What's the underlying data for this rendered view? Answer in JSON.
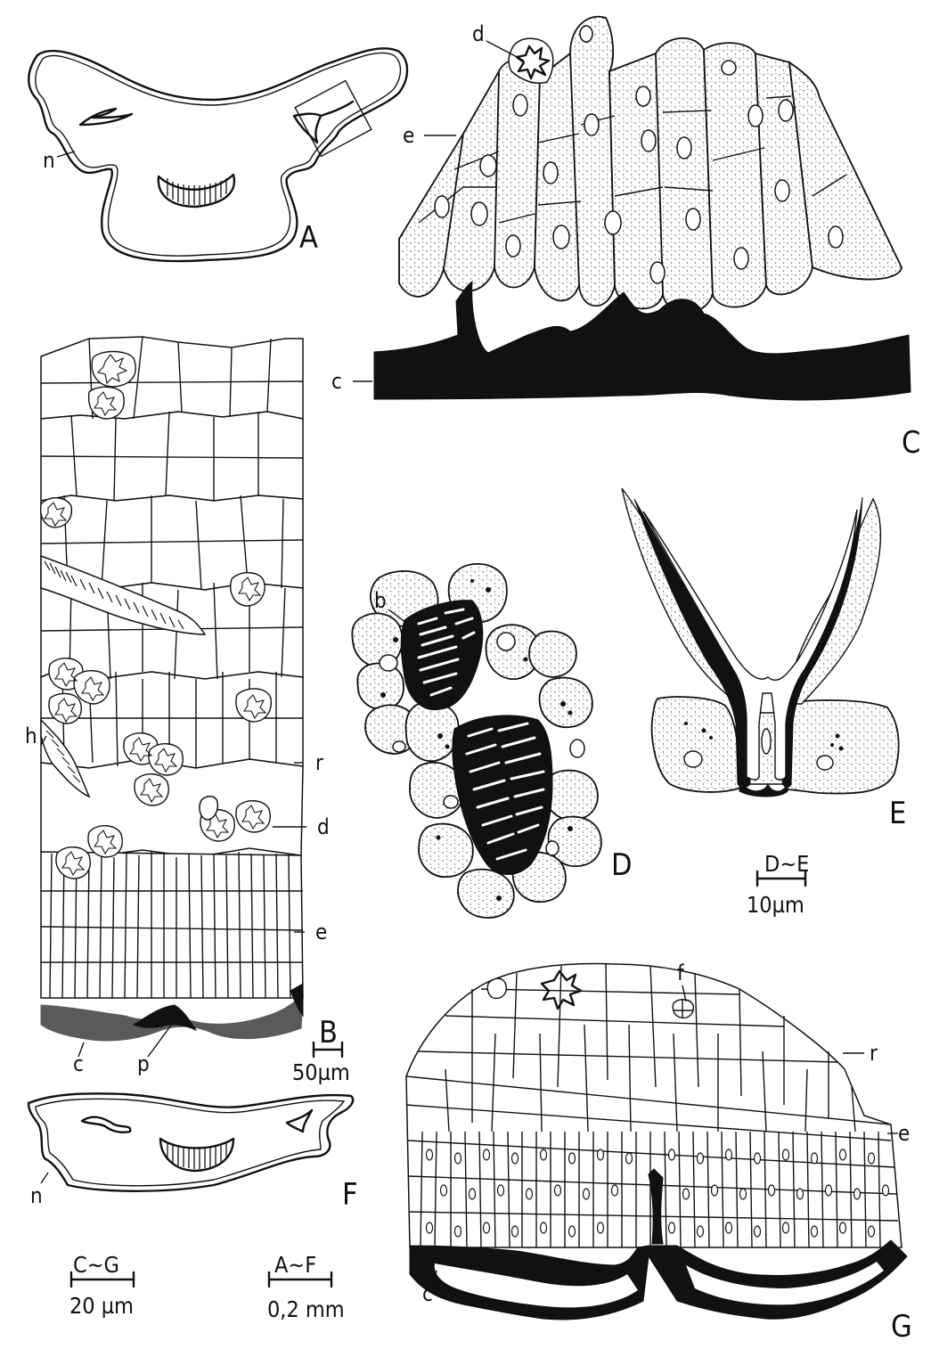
{
  "figure": {
    "panels": [
      {
        "id": "A",
        "label": "A",
        "markers": [
          "n"
        ]
      },
      {
        "id": "B",
        "label": "B",
        "markers": [
          "h",
          "r",
          "d",
          "e",
          "c",
          "p"
        ]
      },
      {
        "id": "C",
        "label": "C",
        "markers": [
          "d",
          "e",
          "c"
        ]
      },
      {
        "id": "D",
        "label": "D",
        "markers": [
          "b"
        ]
      },
      {
        "id": "E",
        "label": "E",
        "markers": []
      },
      {
        "id": "F",
        "label": "F",
        "markers": [
          "n"
        ]
      },
      {
        "id": "G",
        "label": "G",
        "markers": [
          "f",
          "r",
          "e",
          "c"
        ]
      }
    ],
    "scale_bars": [
      {
        "id": "B",
        "label": "B",
        "value": "50µm"
      },
      {
        "id": "DE",
        "label": "D~E",
        "value": "10µm"
      },
      {
        "id": "CG",
        "label": "C~G",
        "value": "20 µm"
      },
      {
        "id": "AF",
        "label": "A~F",
        "value": "0,2 mm"
      }
    ]
  }
}
